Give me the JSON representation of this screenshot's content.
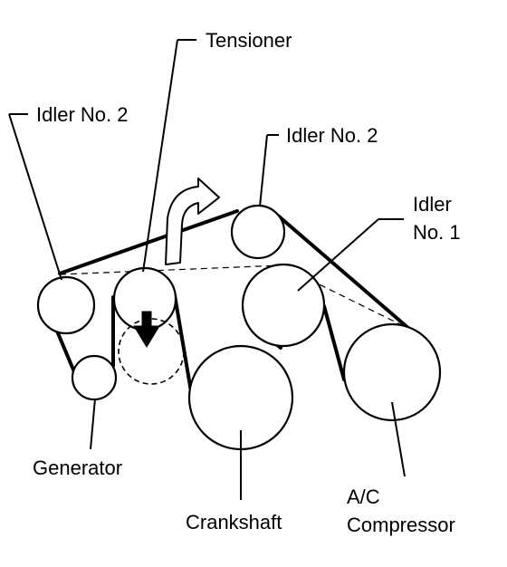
{
  "labels": {
    "tensioner": "Tensioner",
    "idler2_left": "Idler No. 2",
    "idler2_right": "Idler No. 2",
    "idler1_line1": "Idler",
    "idler1_line2": "No. 1",
    "generator": "Generator",
    "crankshaft": "Crankshaft",
    "ac_line1": "A/C",
    "ac_line2": "Compressor"
  },
  "colors": {
    "stroke": "#000000",
    "background": "#ffffff"
  }
}
